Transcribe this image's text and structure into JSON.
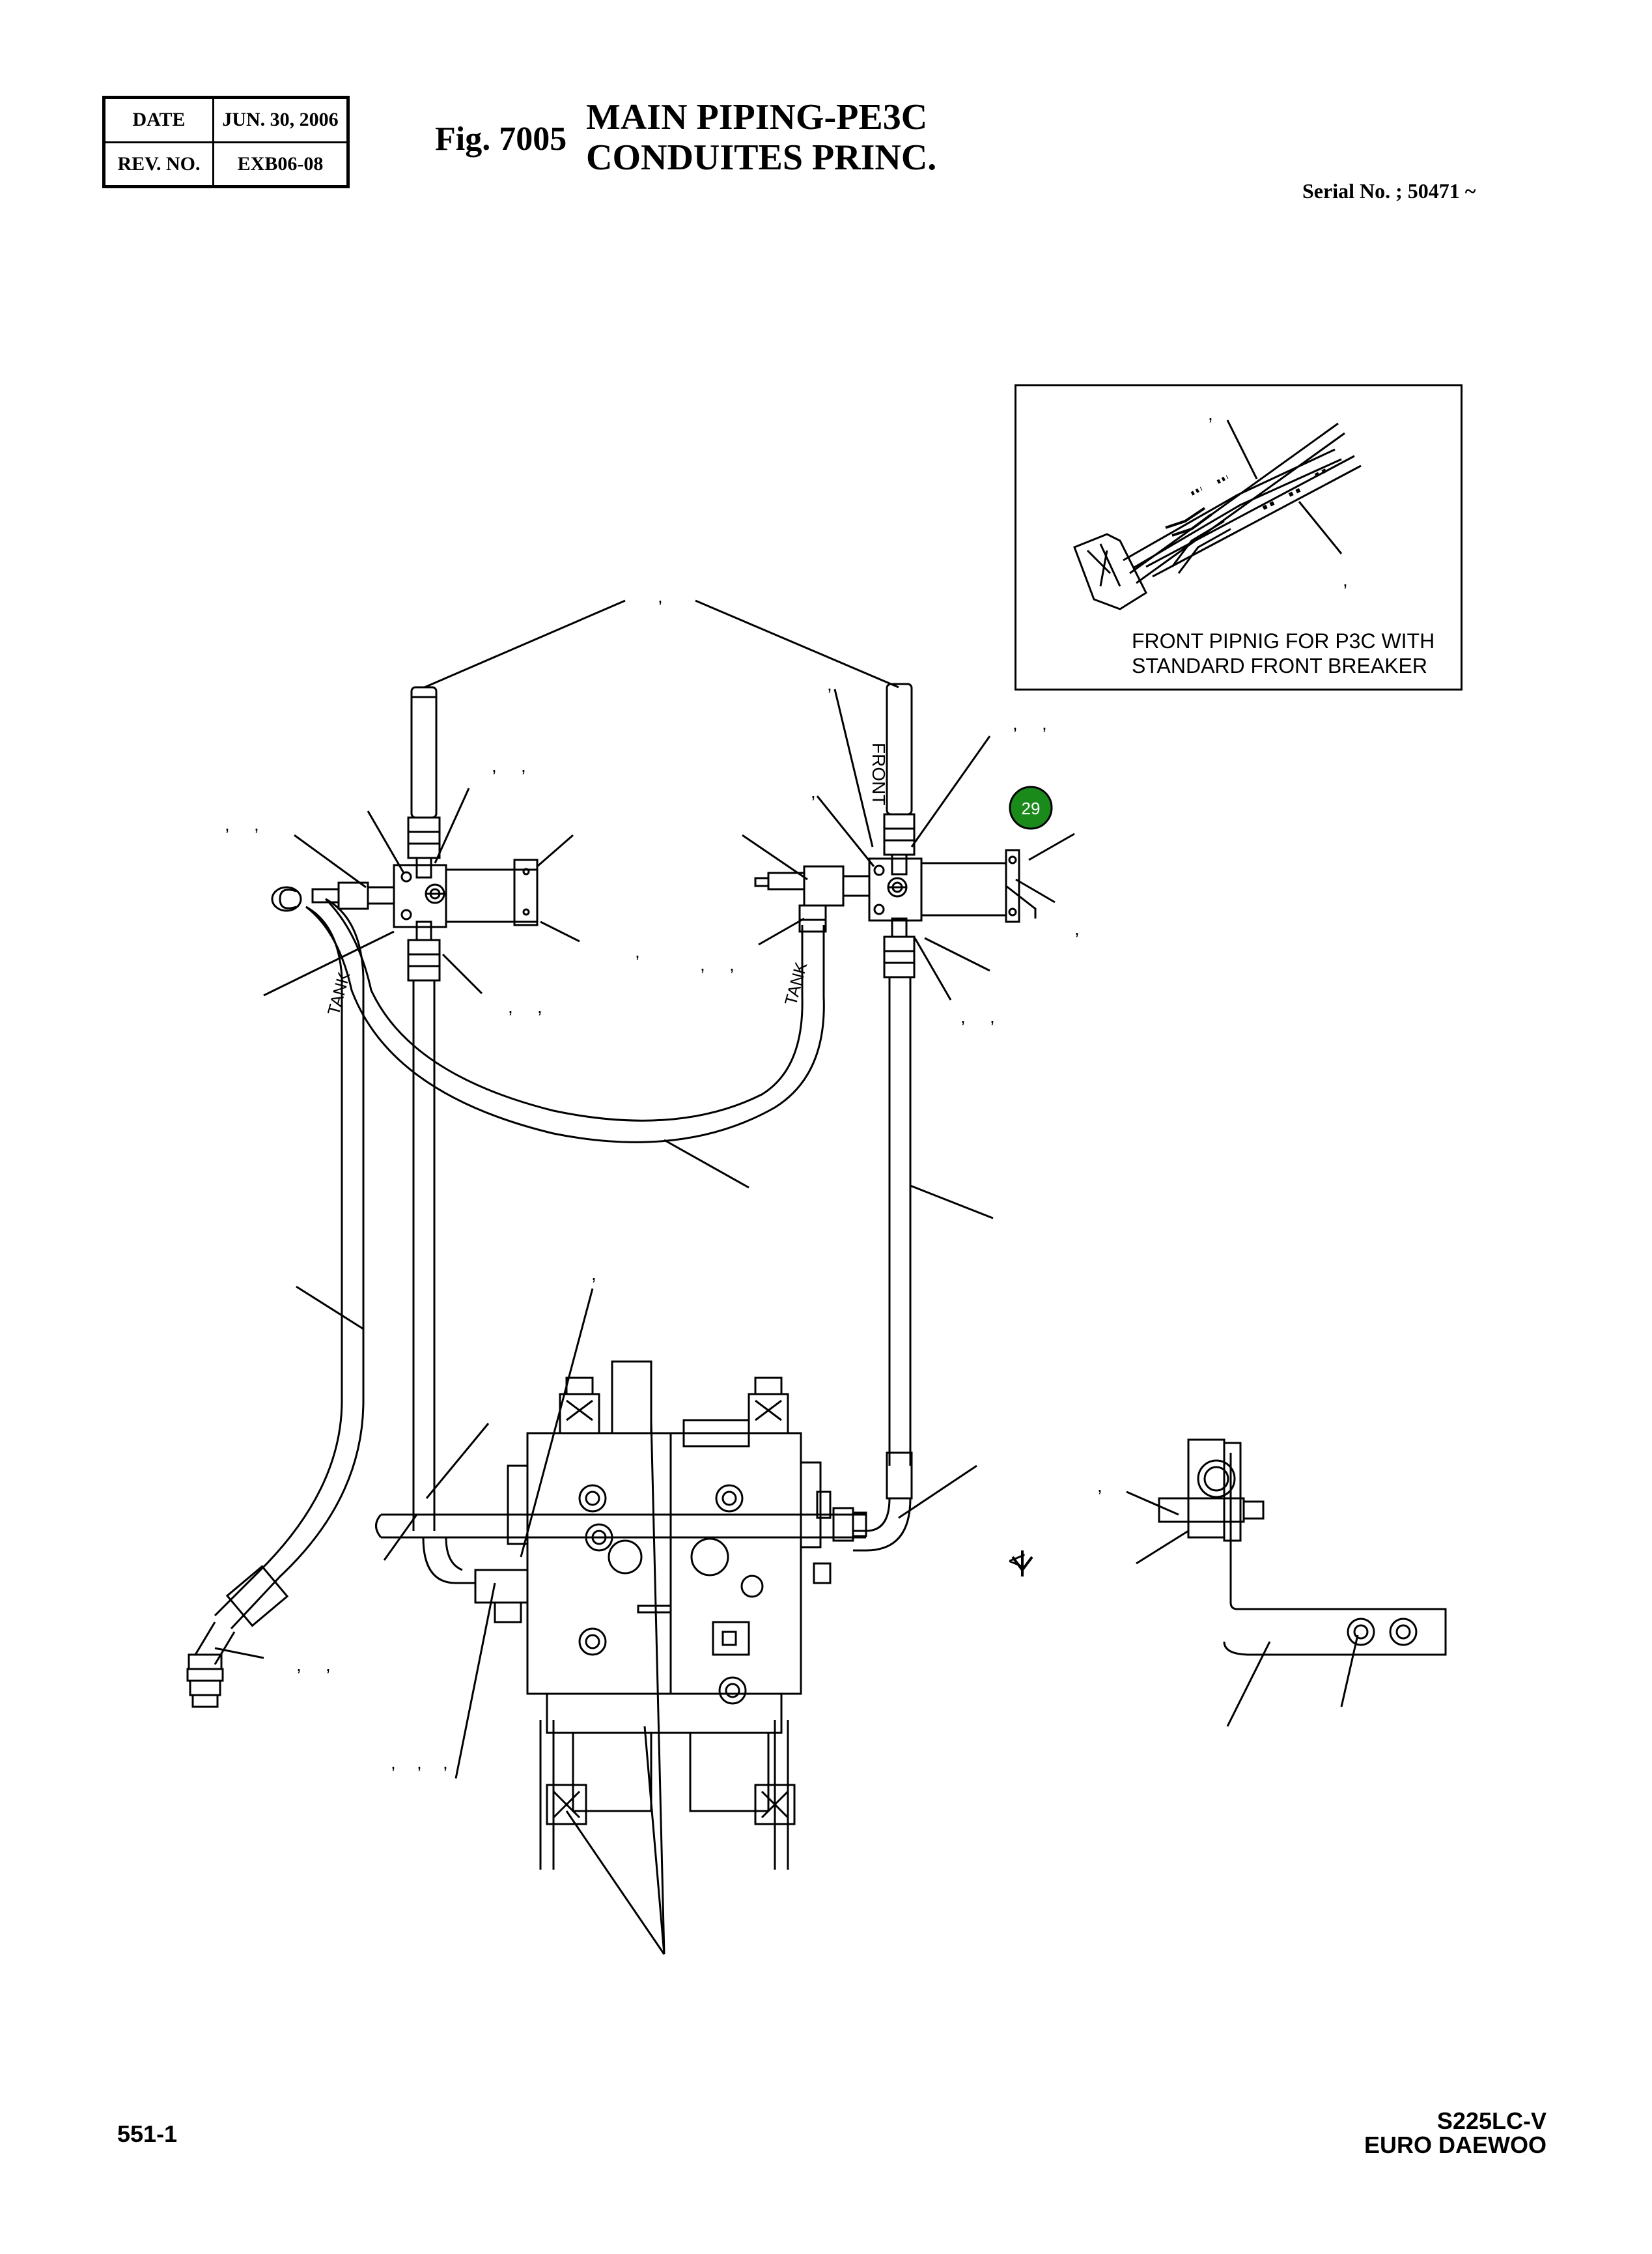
{
  "header": {
    "date_label": "DATE",
    "date_value": "JUN. 30, 2006",
    "rev_label": "REV. NO.",
    "rev_value": "EXB06-08",
    "fig_label": "Fig. 7005",
    "title_en": "MAIN PIPING-PE3C",
    "title_fr": "CONDUITES PRINC.",
    "serial": "Serial No. ; 50471 ~"
  },
  "inset": {
    "caption_line1": "FRONT PIPNIG FOR P3C WITH",
    "caption_line2": "STANDARD FRONT BREAKER"
  },
  "diagram": {
    "label_front": "FRONT",
    "label_tank_left": "TANK",
    "label_tank_right": "TANK",
    "label_view": "V",
    "callout_29": "29",
    "callout_color": "#1a8a1a",
    "separator": ","
  },
  "footer": {
    "page_number": "551-1",
    "model": "S225LC-V",
    "brand": "EURO DAEWOO"
  }
}
